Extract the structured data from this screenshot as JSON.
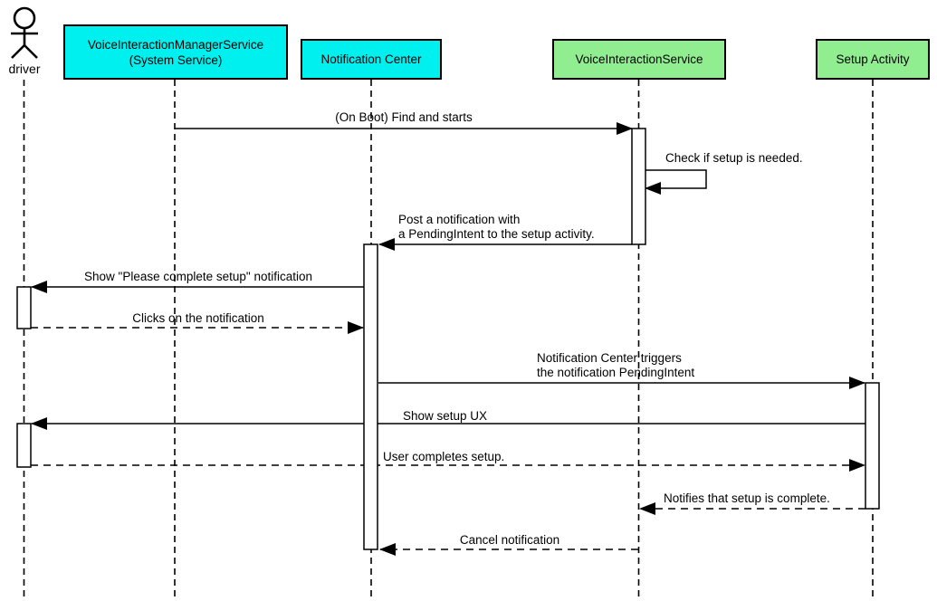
{
  "diagram": {
    "type": "uml-sequence-diagram",
    "actor": {
      "label": "driver"
    },
    "participants": [
      {
        "name": "VoiceInteractionManagerService\n(System Service)",
        "fill": "#00F0F0"
      },
      {
        "name": "Notification Center",
        "fill": "#00F0F0"
      },
      {
        "name": "VoiceInteractionService",
        "fill": "#90EE90"
      },
      {
        "name": "Setup Activity",
        "fill": "#90EE90"
      }
    ],
    "messages": [
      {
        "label": "(On Boot) Find and starts",
        "style": "solid",
        "from": "VoiceInteractionManagerService (System Service)",
        "to": "VoiceInteractionService"
      },
      {
        "label": "Check if setup is needed.",
        "style": "solid-self",
        "from": "VoiceInteractionService",
        "to": "VoiceInteractionService"
      },
      {
        "label": "Post a notification with\na PendingIntent to the setup activity.",
        "style": "solid",
        "from": "VoiceInteractionService",
        "to": "Notification Center"
      },
      {
        "label": "Show \"Please complete setup\" notification",
        "style": "solid",
        "from": "Notification Center",
        "to": "driver"
      },
      {
        "label": "Clicks on the notification",
        "style": "dashed",
        "from": "driver",
        "to": "Notification Center"
      },
      {
        "label": "Notification Center triggers\nthe notification PendingIntent",
        "style": "solid",
        "from": "Notification Center",
        "to": "Setup Activity"
      },
      {
        "label": "Show setup UX",
        "style": "solid",
        "from": "Setup Activity",
        "to": "driver"
      },
      {
        "label": "User completes setup.",
        "style": "dashed",
        "from": "driver",
        "to": "Setup Activity"
      },
      {
        "label": "Notifies that setup is complete.",
        "style": "dashed",
        "from": "Setup Activity",
        "to": "VoiceInteractionService"
      },
      {
        "label": "Cancel notification",
        "style": "dashed",
        "from": "VoiceInteractionService",
        "to": "Notification Center"
      }
    ],
    "colors": {
      "line": "#000000",
      "background": "#FFFFFF",
      "service_box_fill": "#00F0F0",
      "activity_box_fill": "#90EE90"
    }
  }
}
